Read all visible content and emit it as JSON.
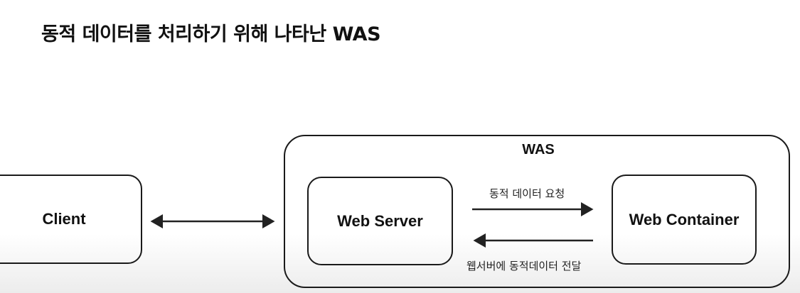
{
  "title": "동적 데이터를 처리하기 위해 나타난 WAS",
  "diagram": {
    "client": {
      "label": "Client"
    },
    "was": {
      "label": "WAS"
    },
    "web_server": {
      "label": "Web Server"
    },
    "web_container": {
      "label": "Web Container"
    },
    "edges": {
      "client_was": "bidirectional",
      "request_label": "동적 데이터 요청",
      "deliver_label": "웹서버에 동적데이터 전달"
    }
  }
}
